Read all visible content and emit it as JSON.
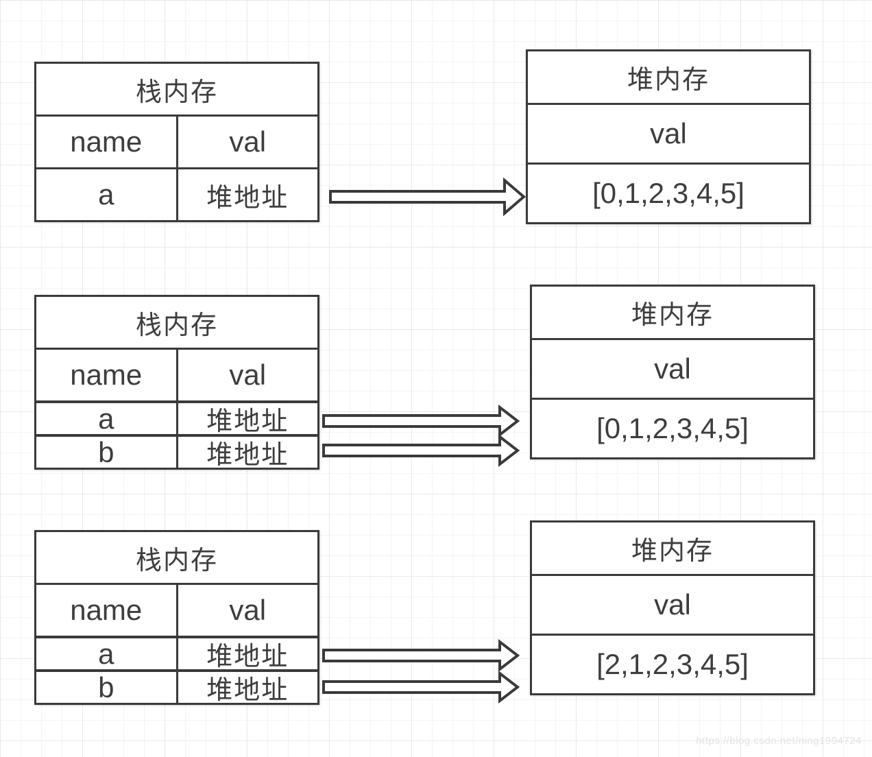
{
  "watermark": "https://blog.csdn.net/ning1994724",
  "colors": {
    "border": "#3a3a3a",
    "text": "#3d3d3d",
    "grid_minor": "#f4f4f4",
    "grid_major": "#e9e9e9",
    "background": "#ffffff",
    "arrow_fill": "#ffffff",
    "watermark": "#e3e3e3"
  },
  "groups": [
    {
      "stack": {
        "title": "栈内存",
        "columns": [
          "name",
          "val"
        ],
        "rows": [
          {
            "name": "a",
            "val": "堆地址"
          }
        ]
      },
      "heap": {
        "title": "堆内存",
        "field": "val",
        "value": "[0,1,2,3,4,5]"
      }
    },
    {
      "stack": {
        "title": "栈内存",
        "columns": [
          "name",
          "val"
        ],
        "rows": [
          {
            "name": "a",
            "val": "堆地址"
          },
          {
            "name": "b",
            "val": "堆地址"
          }
        ]
      },
      "heap": {
        "title": "堆内存",
        "field": "val",
        "value": "[0,1,2,3,4,5]"
      }
    },
    {
      "stack": {
        "title": "栈内存",
        "columns": [
          "name",
          "val"
        ],
        "rows": [
          {
            "name": "a",
            "val": "堆地址"
          },
          {
            "name": "b",
            "val": "堆地址"
          }
        ]
      },
      "heap": {
        "title": "堆内存",
        "field": "val",
        "value": "[2,1,2,3,4,5]"
      }
    }
  ]
}
